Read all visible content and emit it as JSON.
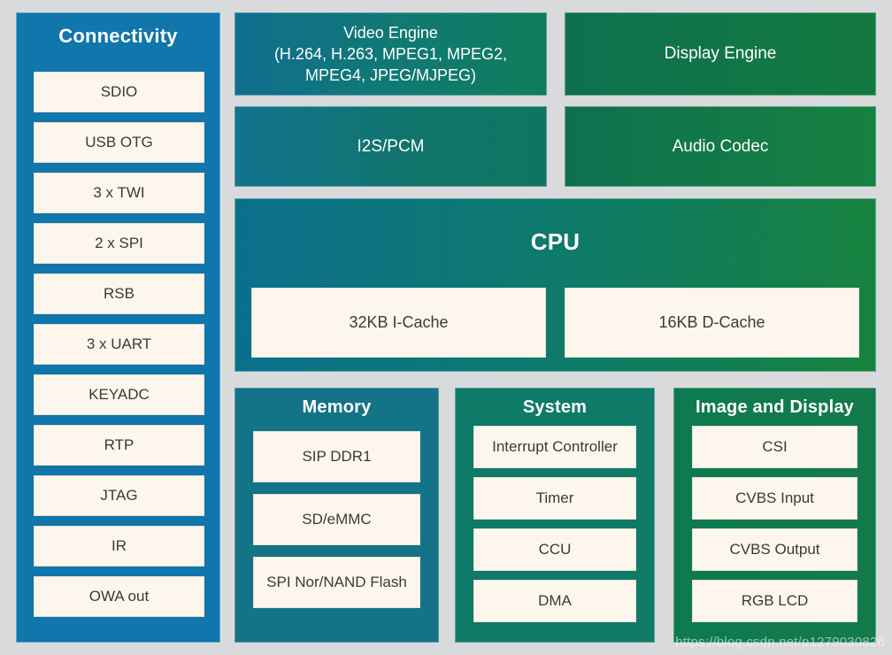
{
  "background_color": "#d9dadb",
  "connectivity": {
    "title": "Connectivity",
    "color": "#1076ab",
    "items": [
      {
        "label": "SDIO"
      },
      {
        "label": "USB OTG"
      },
      {
        "label": "3 x TWI"
      },
      {
        "label": "2 x SPI"
      },
      {
        "label": "RSB"
      },
      {
        "label": "3 x UART"
      },
      {
        "label": "KEYADC"
      },
      {
        "label": "RTP"
      },
      {
        "label": "JTAG"
      },
      {
        "label": "IR"
      },
      {
        "label": "OWA out"
      }
    ]
  },
  "video_engine": {
    "label": "Video Engine\n(H.264, H.263, MPEG1, MPEG2,\nMPEG4, JPEG/MJPEG)",
    "color_start": "#106e8f",
    "color_end": "#0f7c5a"
  },
  "i2s_pcm": {
    "label": "I2S/PCM",
    "color_start": "#12738f",
    "color_end": "#0f7562"
  },
  "display_engine": {
    "label": "Display Engine",
    "color_start": "#0e7050",
    "color_end": "#14793f"
  },
  "audio_codec": {
    "label": "Audio Codec",
    "color_start": "#0e7050",
    "color_end": "#168140"
  },
  "cpu": {
    "title": "CPU",
    "color_start": "#0b6f8c",
    "color_end": "#17823e",
    "caches": [
      {
        "label": "32KB I-Cache"
      },
      {
        "label": "16KB D-Cache"
      }
    ]
  },
  "memory": {
    "title": "Memory",
    "color": "#137387",
    "items": [
      {
        "label": "SIP DDR1"
      },
      {
        "label": "SD/eMMC"
      },
      {
        "label": "SPI Nor/NAND Flash"
      }
    ]
  },
  "system": {
    "title": "System",
    "color": "#0e7a68",
    "items": [
      {
        "label": "Interrupt Controller"
      },
      {
        "label": "Timer"
      },
      {
        "label": "CCU"
      },
      {
        "label": "DMA"
      }
    ]
  },
  "image_display": {
    "title": "Image and Display",
    "color": "#0d7a52",
    "items": [
      {
        "label": "CSI"
      },
      {
        "label": "CVBS Input"
      },
      {
        "label": "CVBS Output"
      },
      {
        "label": "RGB LCD"
      }
    ]
  },
  "watermark": {
    "text": "https://blog.csdn.net/p1279030826"
  }
}
